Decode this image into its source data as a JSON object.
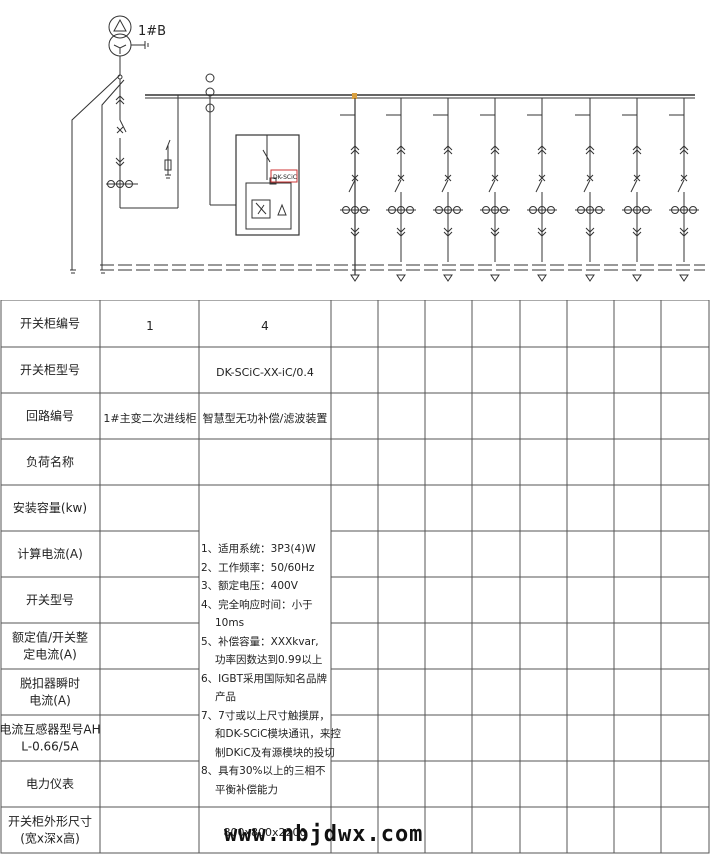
{
  "diagram": {
    "transformer_label": "1#B",
    "module_tag": "DK-SCiC"
  },
  "table": {
    "row_labels": [
      "开关柜编号",
      "开关柜型号",
      "回路编号",
      "负荷名称",
      "安装容量(kw)",
      "计算电流(A)",
      "开关型号",
      "额定值/开关整定电流(A)",
      "脱扣器瞬时电流(A)",
      "电流互感器型号AHL-0.66/5A",
      "电力仪表",
      "开关柜外形尺寸(宽x深x高)"
    ],
    "col1": {
      "number": "1",
      "circuit": "1#主变二次进线柜"
    },
    "col2": {
      "number": "4",
      "model": "DK-SCiC-XX-iC/0.4",
      "circuit": "智慧型无功补偿/滤波装置",
      "notes": [
        "1、适用系统：3P3(4)W",
        "2、工作频率：50/60Hz",
        "3、额定电压：400V",
        "4、完全响应时间：小于",
        "10ms",
        "5、补偿容量：XXXkvar,",
        "功率因数达到0.99以上",
        "6、IGBT采用国际知名品牌",
        "产品",
        "7、7寸或以上尺寸触摸屏，",
        "和DK-SCiC模块通讯，来控",
        "制DKiC及有源模块的投切",
        "8、具有30%以上的三相不",
        "平衡补偿能力"
      ],
      "size": "800x800x2200"
    }
  },
  "watermark": "www.nbjdwx.com"
}
